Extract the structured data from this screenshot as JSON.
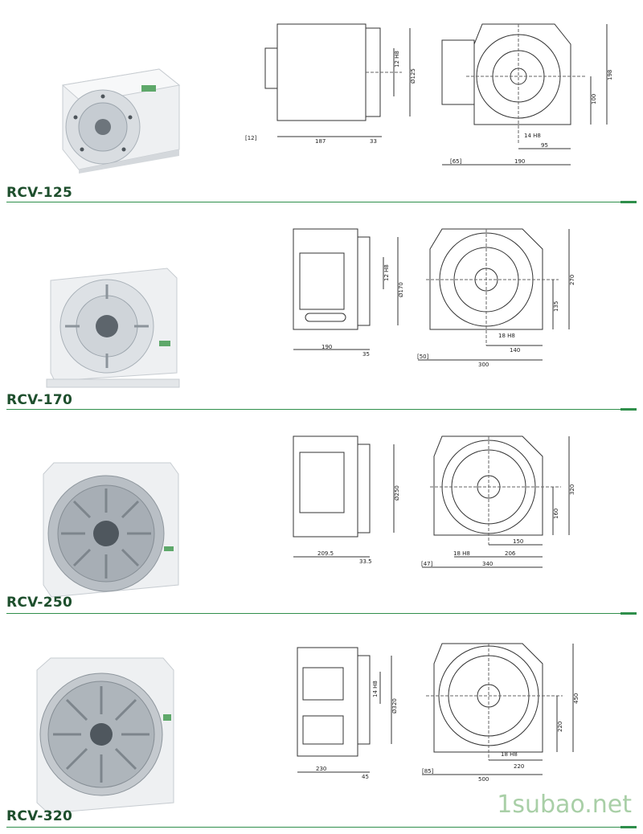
{
  "sections": [
    {
      "model": "RCV-125",
      "dims_side": {
        "left_bracket": "[12]",
        "width": "187",
        "flange": "33",
        "bore_slot": "12 H8",
        "bore_dia": "Ø125"
      },
      "dims_front": {
        "height": "198",
        "center": "100",
        "slot": "14 H8",
        "offset": "95",
        "width": "190",
        "side": "[65]"
      }
    },
    {
      "model": "RCV-170",
      "dims_side": {
        "width": "190",
        "flange": "35",
        "bore_slot": "12 H8",
        "bore_dia": "Ø170"
      },
      "dims_front": {
        "height": "270",
        "center": "135",
        "slot": "18 H8",
        "offset": "140",
        "width": "300",
        "side": "[50]"
      }
    },
    {
      "model": "RCV-250",
      "dims_side": {
        "width": "209.5",
        "flange": "33.5",
        "bore_dia": "Ø250"
      },
      "dims_front": {
        "height": "320",
        "center": "160",
        "offset": "150",
        "slot": "18 H8",
        "offset2": "206",
        "width": "340",
        "side": "[47]"
      }
    },
    {
      "model": "RCV-320",
      "dims_side": {
        "width": "230",
        "flange": "45",
        "bore_slot": "14 H8",
        "bore_dia": "Ø320"
      },
      "dims_front": {
        "height": "450",
        "center": "220",
        "slot": "18 H8",
        "offset": "220",
        "width": "500",
        "side": "[85]"
      }
    }
  ],
  "watermark": "1subao.net",
  "colors": {
    "accent": "#2f8f4b",
    "label": "#1e4f2d",
    "body": "#e9ecef",
    "steel": "#9aa3ab"
  }
}
